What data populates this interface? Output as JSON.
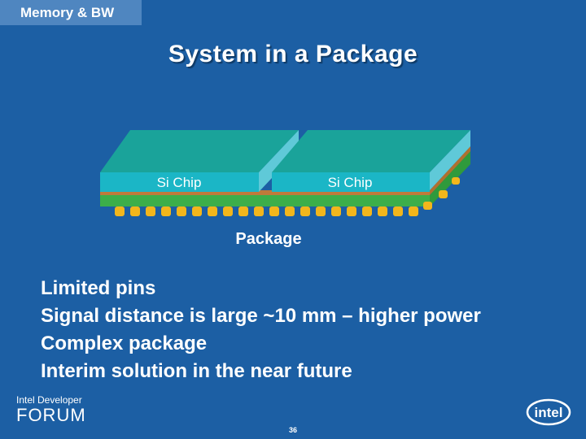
{
  "header": {
    "section_tag": "Memory & BW"
  },
  "slide": {
    "title": "System in a Package",
    "figure": {
      "chip_labels": [
        "Si Chip",
        "Si Chip"
      ],
      "package_label": "Package"
    },
    "bullets": [
      "Limited pins",
      "Signal distance is large ~10 mm – higher power",
      "Complex package",
      "Interim solution in the near future"
    ]
  },
  "footer": {
    "brand_line1": "Intel Developer",
    "brand_line2": "FORUM",
    "page_number": "36",
    "logo_text": "intel"
  },
  "colors": {
    "background": "#1c5fa4",
    "chip_top": "#1aa39a",
    "chip_front": "#1bb6c6",
    "chip_side": "#5fc9d8",
    "copper_layer": "#c07a3a",
    "substrate": "#3cae4a",
    "pins": "#f2b61c"
  }
}
